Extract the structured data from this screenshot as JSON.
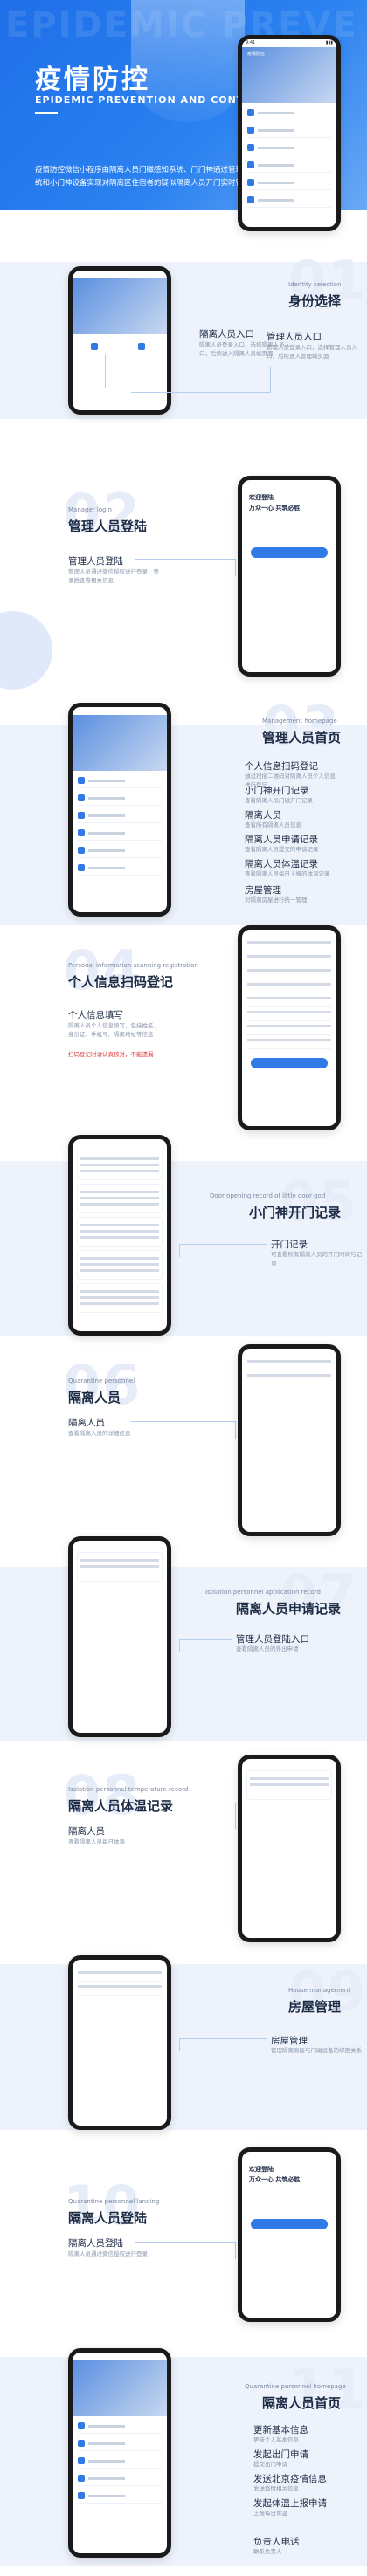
{
  "hero": {
    "watermark": "EPIDEMIC PREVE",
    "title": "疫情防控",
    "subtitle": "EPIDEMIC PREVENTION AND CONTROL",
    "description": "疫情防控微信小程序由隔离人员门磁感知系统、门门神通过管理系统和小门神设备实现对隔离区住宿者的疑似隔离人员开门实时管理"
  },
  "sections": [
    {
      "ghost": "01",
      "en": "Identity selection",
      "cn": "身份选择",
      "labels": [
        {
          "title": "隔离人员入口",
          "desc": "隔离人员登录入口，选择隔离人员入口，后续进入隔离人员端页面"
        },
        {
          "title": "管理人员入口",
          "desc": "管理人员登录入口，选择管理人员入口，后续进入管理端页面"
        }
      ]
    },
    {
      "ghost": "02",
      "en": "Manager login",
      "cn": "管理人员登陆",
      "labels": [
        {
          "title": "管理人员登陆",
          "desc": "管理人员通过微信授权进行登录，登录后查看相关信息"
        }
      ]
    },
    {
      "ghost": "03",
      "en": "Management homepage",
      "cn": "管理人员首页",
      "labels": [
        {
          "title": "个人信息扫码登记",
          "desc": "通过扫描二维码对隔离人员个人信息进行登记"
        },
        {
          "title": "小门神开门记录",
          "desc": "查看隔离人员门磁开门记录"
        },
        {
          "title": "隔离人员",
          "desc": "查看所有隔离人员信息"
        },
        {
          "title": "隔离人员申请记录",
          "desc": "查看隔离人员提交的申请记录"
        },
        {
          "title": "隔离人员体温记录",
          "desc": "查看隔离人员每日上报的体温记录"
        },
        {
          "title": "房屋管理",
          "desc": "对隔离房屋进行统一管理"
        }
      ]
    },
    {
      "ghost": "04",
      "en": "Personal information scanning registration",
      "cn": "个人信息扫码登记",
      "labels": [
        {
          "title": "个人信息填写",
          "desc": "隔离人员个人信息填写，包括姓名、身份证、手机号、隔离地址等信息",
          "warn": "扫码登记时请认真核对，不能遗漏"
        }
      ]
    },
    {
      "ghost": "05",
      "en": "Door opening record of little door god",
      "cn": "小门神开门记录",
      "labels": [
        {
          "title": "开门记录",
          "desc": "可查看所有隔离人员的开门时间与记录"
        }
      ]
    },
    {
      "ghost": "06",
      "en": "Quarantine personnel",
      "cn": "隔离人员",
      "labels": [
        {
          "title": "隔离人员",
          "desc": "查看隔离人员的详细信息"
        }
      ]
    },
    {
      "ghost": "07",
      "en": "Isolation personnel application record",
      "cn": "隔离人员申请记录",
      "labels": [
        {
          "title": "管理人员登陆入口",
          "desc": "查看隔离人员的外出申请"
        }
      ]
    },
    {
      "ghost": "08",
      "en": "Isolation personnel temperature record",
      "cn": "隔离人员体温记录",
      "labels": [
        {
          "title": "隔离人员",
          "desc": "查看隔离人员每日体温"
        }
      ]
    },
    {
      "ghost": "09",
      "en": "House management",
      "cn": "房屋管理",
      "labels": [
        {
          "title": "房屋管理",
          "desc": "管理隔离房屋与门磁设备的绑定关系"
        }
      ]
    },
    {
      "ghost": "10",
      "en": "Quarantine personnel landing",
      "cn": "隔离人员登陆",
      "labels": [
        {
          "title": "隔离人员登陆",
          "desc": "隔离人员通过微信授权进行登录"
        }
      ]
    },
    {
      "ghost": "11",
      "en": "Quarantine personnel homepage",
      "cn": "隔离人员首页",
      "labels": [
        {
          "title": "更新基本信息",
          "desc": "更新个人基本信息"
        },
        {
          "title": "发起出门申请",
          "desc": "提交出门申请"
        },
        {
          "title": "发送北京疫情信息",
          "desc": "发送疫情相关信息"
        },
        {
          "title": "发起体温上报申请",
          "desc": "上报每日体温"
        },
        {
          "title": "负责人电话",
          "desc": "联系负责人"
        }
      ]
    }
  ],
  "phone": {
    "status_time": "9:41",
    "home_title": "疫情防控",
    "welcome": "欢迎登陆",
    "welcome_sub": "万众一心 共筑必胜"
  }
}
